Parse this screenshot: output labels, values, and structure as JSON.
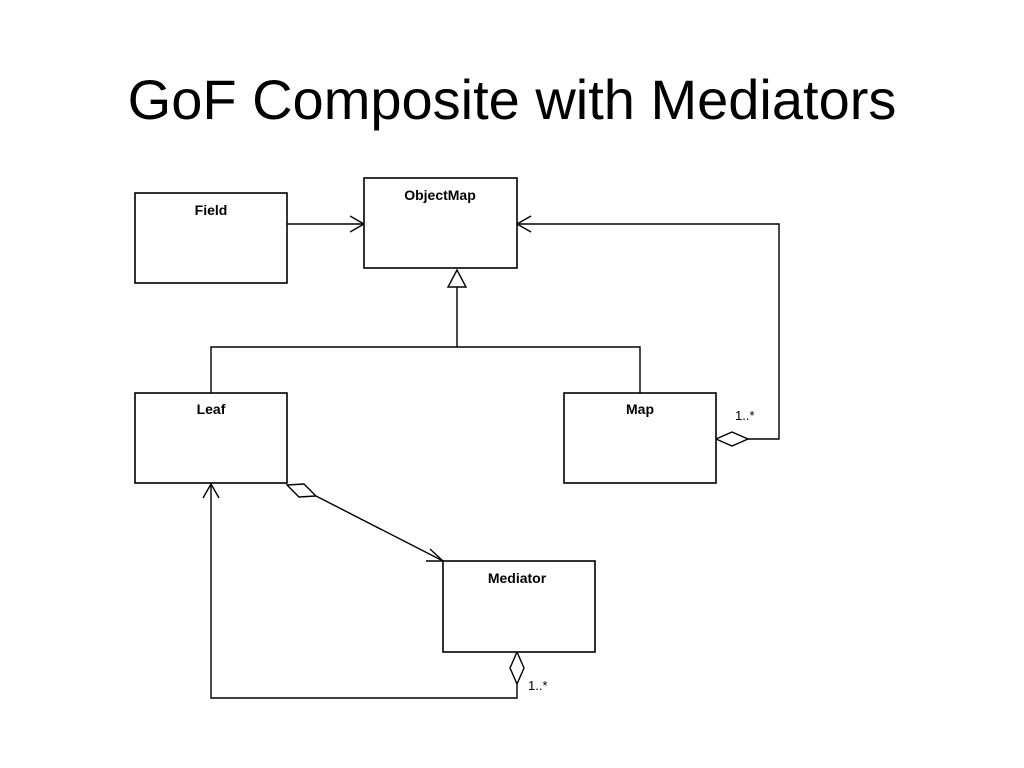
{
  "slide": {
    "title": "GoF Composite with Mediators"
  },
  "diagram": {
    "classes": {
      "field": "Field",
      "object_map": "ObjectMap",
      "leaf": "Leaf",
      "map": "Map",
      "mediator": "Mediator"
    },
    "multiplicities": {
      "map_aggregation": "1..*",
      "mediator_aggregation": "1..*"
    }
  }
}
